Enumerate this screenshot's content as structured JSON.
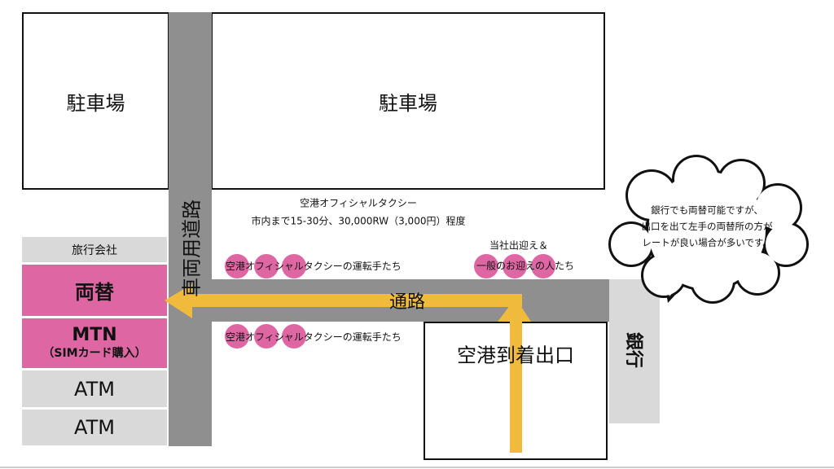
{
  "parking_left": "駐車場",
  "parking_main": "駐車場",
  "vehicle_road": "車両用道路",
  "walkway": "通路",
  "bank": "銀行",
  "arrival_exit": "空港到着出口",
  "taxi_info": {
    "line1": "空港オフィシャルタクシー",
    "line2": "市内まで15-30分、30,000RW（3,000円）程度"
  },
  "taxi_drivers_label": "空港オフィシャルタクシーの運転手たち",
  "pickup_label": {
    "line1": "当社出迎え＆",
    "line2": "一般のお迎えの人たち"
  },
  "shops": {
    "travel_agency": "旅行会社",
    "exchange": "両替",
    "mtn": "MTN",
    "mtn_sub": "（SIMカード購入）",
    "atm1": "ATM",
    "atm2": "ATM"
  },
  "speech_bubble": {
    "line1": "銀行でも両替可能ですが、",
    "line2": "出口を出て左手の両替所の方が",
    "line3": "レートが良い場合が多いです。"
  },
  "colors": {
    "road": "#8f8f8f",
    "pink": "#de67a3",
    "arrow": "#f0bb3c",
    "light": "#d9d9d9"
  }
}
